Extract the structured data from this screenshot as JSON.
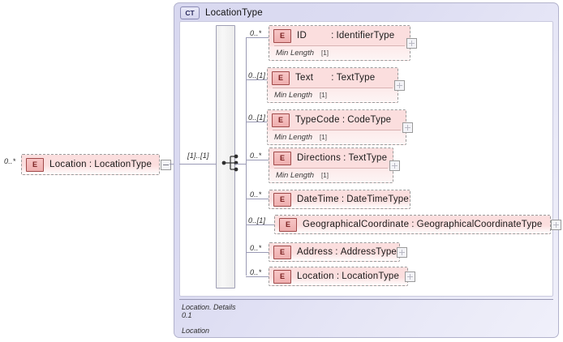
{
  "diagram": {
    "kind": "xsd-schema-diagram",
    "root_element": {
      "badge": "E",
      "name": "Location",
      "separator": ":",
      "type": "LocationType",
      "cardinality": "0..*",
      "expander": "minus-expander-icon"
    },
    "complex_type": {
      "badge": "CT",
      "name": "LocationType",
      "compositor": {
        "kind": "sequence-icon",
        "cardinality": "[1]..[1]"
      },
      "annotation": {
        "line1": "Location. Details",
        "line2": "0.1",
        "line3": "Location"
      },
      "children": [
        {
          "badge": "E",
          "name": "ID",
          "separator": ":",
          "type": "IdentifierType",
          "cardinality": "0..*",
          "facet_name": "Min Length",
          "facet_value": "[1]",
          "expander": "plus-expander-icon"
        },
        {
          "badge": "E",
          "name": "Text",
          "separator": ":",
          "type": "TextType",
          "cardinality": "0..[1]",
          "facet_name": "Min Length",
          "facet_value": "[1]",
          "expander": "plus-expander-icon"
        },
        {
          "badge": "E",
          "name": "TypeCode",
          "separator": ":",
          "type": "CodeType",
          "cardinality": "0..[1]",
          "facet_name": "Min Length",
          "facet_value": "[1]",
          "expander": "plus-expander-icon"
        },
        {
          "badge": "E",
          "name": "Directions",
          "separator": ":",
          "type": "TextType",
          "cardinality": "0..*",
          "facet_name": "Min Length",
          "facet_value": "[1]",
          "expander": "plus-expander-icon"
        },
        {
          "badge": "E",
          "name": "DateTime",
          "separator": ":",
          "type": "DateTimeType",
          "cardinality": "0..*",
          "facet_name": null,
          "facet_value": null,
          "expander": null
        },
        {
          "badge": "E",
          "name": "GeographicalCoordinate",
          "separator": ":",
          "type": "GeographicalCoordinateType",
          "cardinality": "0..[1]",
          "facet_name": null,
          "facet_value": null,
          "expander": "plus-expander-icon"
        },
        {
          "badge": "E",
          "name": "Address",
          "separator": ":",
          "type": "AddressType",
          "cardinality": "0..*",
          "facet_name": null,
          "facet_value": null,
          "expander": "plus-expander-icon"
        },
        {
          "badge": "E",
          "name": "Location",
          "separator": ":",
          "type": "LocationType",
          "cardinality": "0..*",
          "facet_name": null,
          "facet_value": null,
          "expander": "plus-expander-icon"
        }
      ]
    },
    "colors": {
      "element_fill": "#fbdede",
      "element_border": "#9b9b9b",
      "badge_border": "#a04a4a",
      "ct_panel_fill": "#dcdcf2",
      "ct_panel_border": "#b2b2cc",
      "connector": "#9a9ab5",
      "canvas": "#ffffff"
    }
  }
}
